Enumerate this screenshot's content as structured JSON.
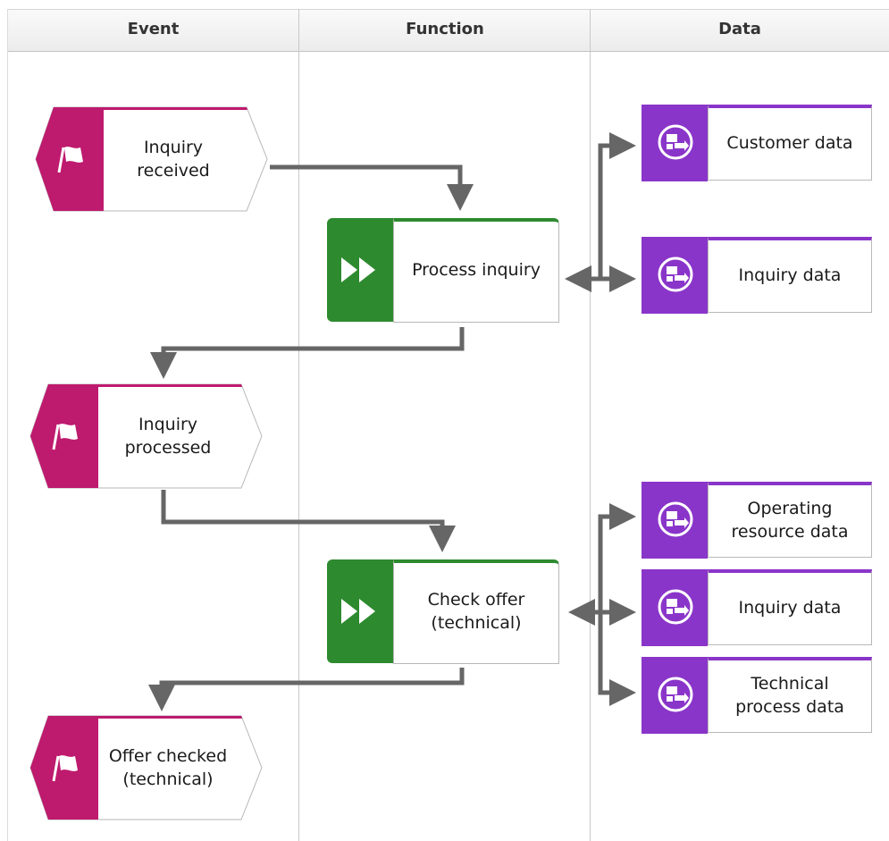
{
  "columns": {
    "event": "Event",
    "function": "Function",
    "data": "Data"
  },
  "colors": {
    "event": "#be1a6e",
    "function": "#2e8a2f",
    "data": "#8a35c9",
    "connector": "#666666"
  },
  "events": [
    {
      "line1": "Inquiry",
      "line2": "received",
      "icon": "flag-icon"
    },
    {
      "line1": "Inquiry",
      "line2": "processed",
      "icon": "flag-icon"
    },
    {
      "line1": "Offer checked",
      "line2": "(technical)",
      "icon": "flag-icon"
    }
  ],
  "functions": [
    {
      "line1": "Process inquiry",
      "line2": "",
      "icon": "fast-forward-icon"
    },
    {
      "line1": "Check offer",
      "line2": "(technical)",
      "icon": "fast-forward-icon"
    }
  ],
  "data_objects": [
    {
      "line1": "Customer data",
      "line2": "",
      "icon": "data-object-icon"
    },
    {
      "line1": "Inquiry data",
      "line2": "",
      "icon": "data-object-icon"
    },
    {
      "line1": "Operating",
      "line2": "resource data",
      "icon": "data-object-icon"
    },
    {
      "line1": "Inquiry data",
      "line2": "",
      "icon": "data-object-icon"
    },
    {
      "line1": "Technical",
      "line2": "process data",
      "icon": "data-object-icon"
    }
  ]
}
